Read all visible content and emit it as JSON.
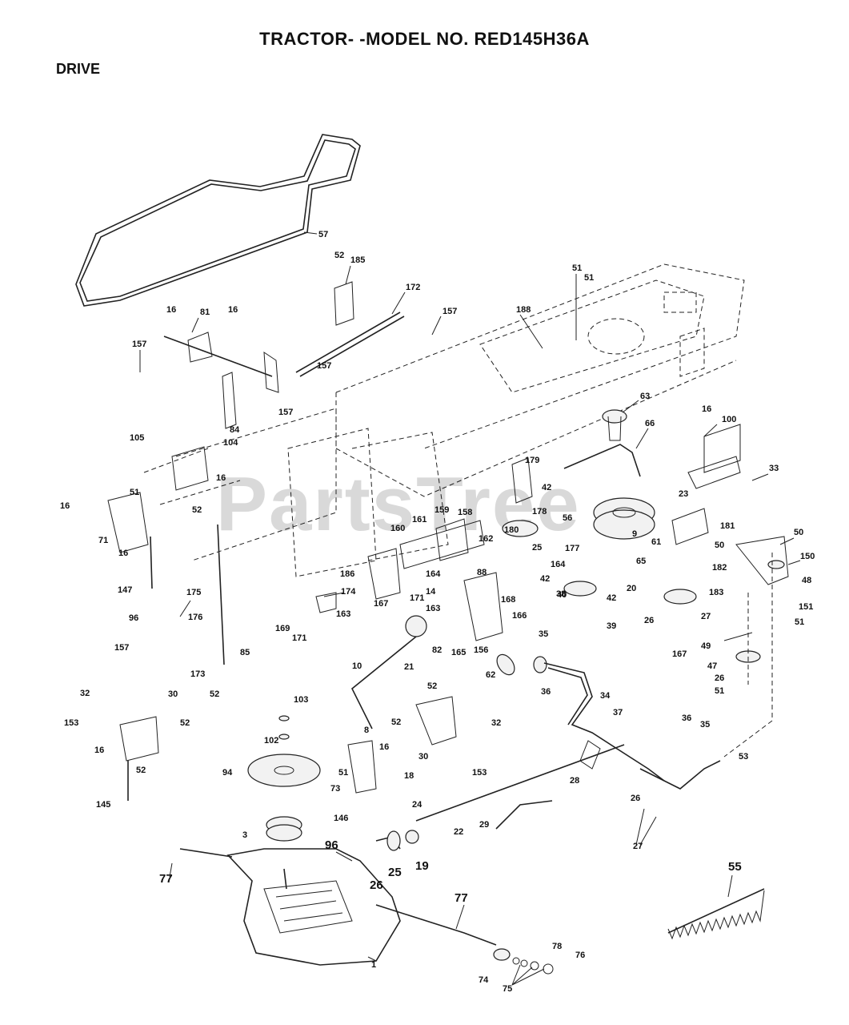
{
  "header": {
    "title": "TRACTOR- -MODEL NO. RED145H36A",
    "section": "DRIVE"
  },
  "watermark": "PartsTree",
  "callouts": [
    "57",
    "52",
    "185",
    "172",
    "157",
    "51",
    "51",
    "188",
    "16",
    "81",
    "16",
    "157",
    "157",
    "157",
    "84",
    "105",
    "104",
    "16",
    "52",
    "16",
    "51",
    "71",
    "16",
    "147",
    "175",
    "176",
    "96",
    "157",
    "173",
    "85",
    "52",
    "186",
    "174",
    "163",
    "169",
    "171",
    "159",
    "158",
    "160",
    "161",
    "162",
    "167",
    "171",
    "164",
    "14",
    "163",
    "88",
    "168",
    "166",
    "82",
    "165",
    "156",
    "21",
    "10",
    "8",
    "179",
    "178",
    "42",
    "56",
    "63",
    "66",
    "16",
    "100",
    "23",
    "33",
    "181",
    "61",
    "9",
    "180",
    "25",
    "164",
    "177",
    "42",
    "40",
    "38",
    "42",
    "39",
    "65",
    "20",
    "182",
    "183",
    "26",
    "167",
    "150",
    "48",
    "50",
    "50",
    "151",
    "51",
    "27",
    "49",
    "47",
    "26",
    "51",
    "62",
    "35",
    "36",
    "34",
    "37",
    "32",
    "30",
    "153",
    "52",
    "16",
    "52",
    "145",
    "103",
    "102",
    "94",
    "51",
    "16",
    "18",
    "73",
    "146",
    "52",
    "52",
    "30",
    "32",
    "153",
    "36",
    "35",
    "53",
    "28",
    "26",
    "27",
    "3",
    "77",
    "96",
    "24",
    "22",
    "29",
    "25",
    "26",
    "19",
    "1",
    "77",
    "74",
    "75",
    "76",
    "78",
    "55"
  ]
}
